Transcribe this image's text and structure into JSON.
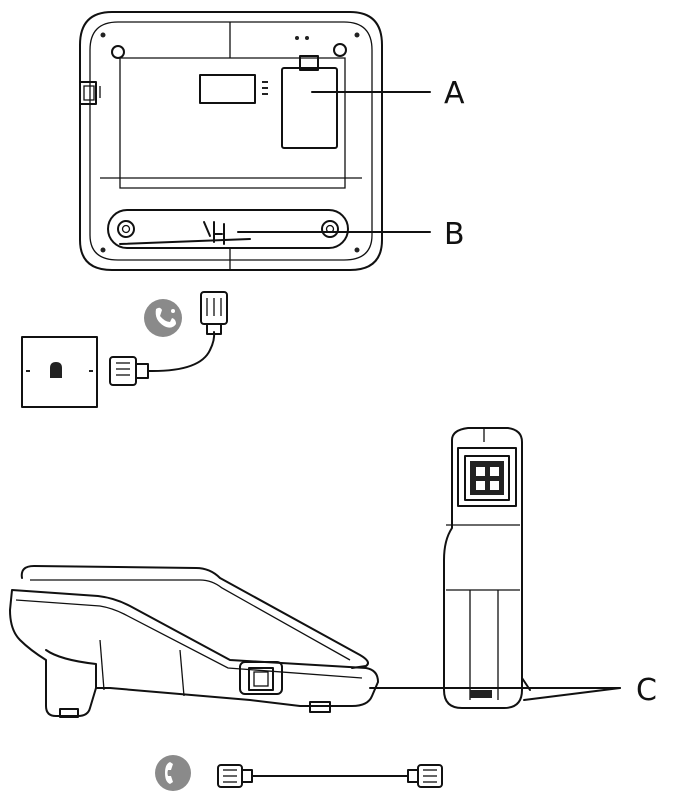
{
  "callouts": {
    "a": "A",
    "b": "B",
    "c": "C"
  },
  "icons": {
    "line_cord_icon": "phone-jack-connector-icon",
    "handset_cord_icon": "handset-icon"
  },
  "colors": {
    "line": "#111111",
    "icon_badge": "#8a8a8a"
  }
}
